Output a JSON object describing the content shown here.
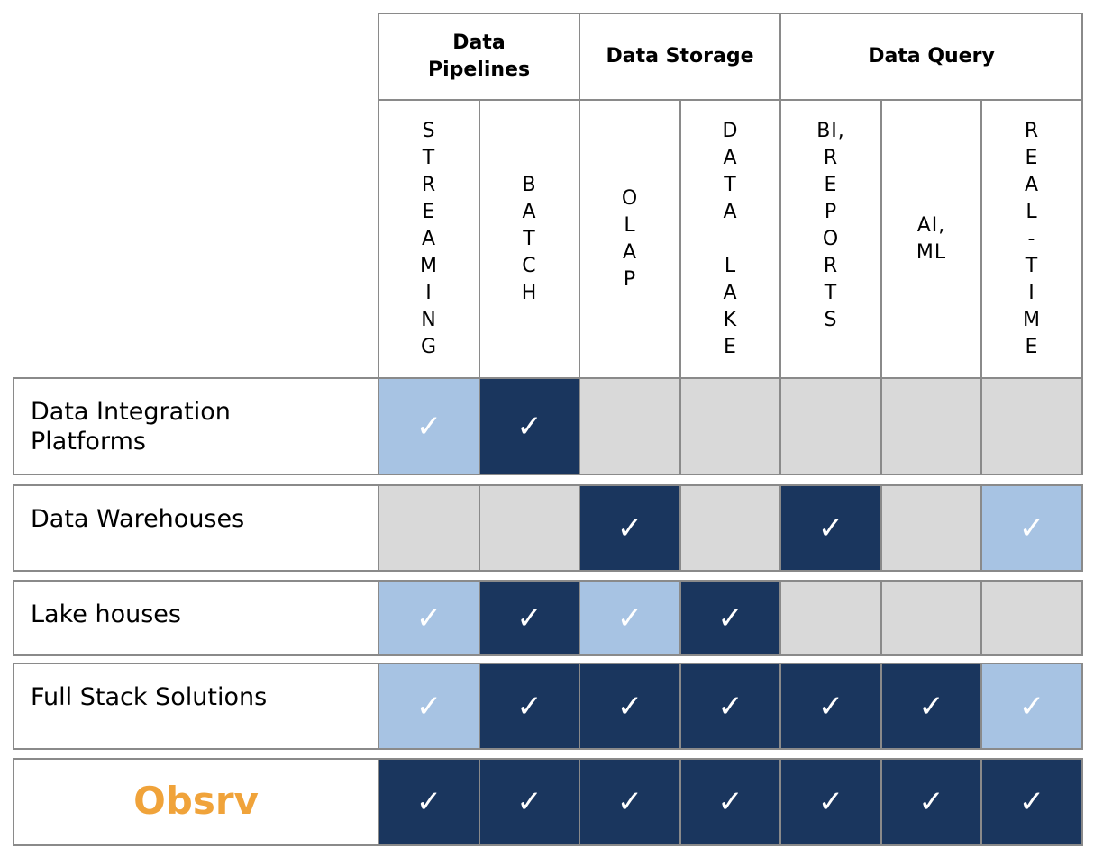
{
  "header": {
    "groups": [
      {
        "label": "Data\nPipelines"
      },
      {
        "label": "Data Storage"
      },
      {
        "label": "Data Query"
      }
    ],
    "columns": [
      {
        "label": "S\nT\nR\nE\nA\nM\nI\nN\nG"
      },
      {
        "label": "B\nA\nT\nC\nH"
      },
      {
        "label": "O\nL\nA\nP"
      },
      {
        "label": "D\nA\nT\nA\n\nL\nA\nK\nE"
      },
      {
        "label": "BI,\nR\nE\nP\nO\nR\nT\nS"
      },
      {
        "label": "AI,\nML"
      },
      {
        "label": "R\nE\nA\nL\n-\nT\nI\nM\nE"
      }
    ]
  },
  "rows": [
    {
      "label": "Data Integration\nPlatforms",
      "cells": [
        "light",
        "dark",
        "none",
        "none",
        "none",
        "none",
        "none"
      ]
    },
    {
      "label": "Data Warehouses",
      "cells": [
        "none",
        "none",
        "dark",
        "none",
        "dark",
        "none",
        "light"
      ]
    },
    {
      "label": "Lake houses",
      "cells": [
        "light",
        "dark",
        "light",
        "dark",
        "none",
        "none",
        "none"
      ]
    },
    {
      "label": "Full Stack Solutions",
      "cells": [
        "light",
        "dark",
        "dark",
        "dark",
        "dark",
        "dark",
        "light"
      ]
    },
    {
      "label": "Obsrv",
      "cells": [
        "dark",
        "dark",
        "dark",
        "dark",
        "dark",
        "dark",
        "dark"
      ]
    }
  ],
  "check_glyph": "✓",
  "colors": {
    "none": "#d9d9d9",
    "light": "#a7c3e3",
    "dark": "#1a365e",
    "brand": "#f0a33a",
    "border": "#8a8a8a"
  },
  "legend_icon": "check-mark-icon"
}
